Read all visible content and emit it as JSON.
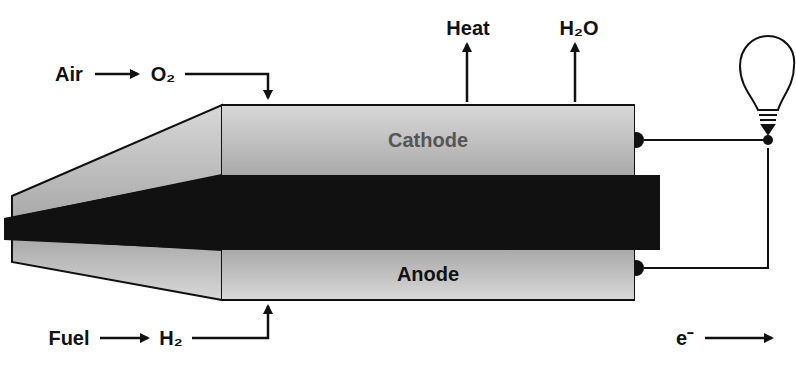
{
  "diagram": {
    "nodes": [
      {
        "text": [
          "Cathode"
        ]
      },
      {
        "text": [
          "Anode"
        ]
      }
    ],
    "labels": [
      "Air",
      "O₂",
      "Heat",
      "H₂O",
      "Fuel",
      "H₂",
      "e⁻"
    ]
  }
}
